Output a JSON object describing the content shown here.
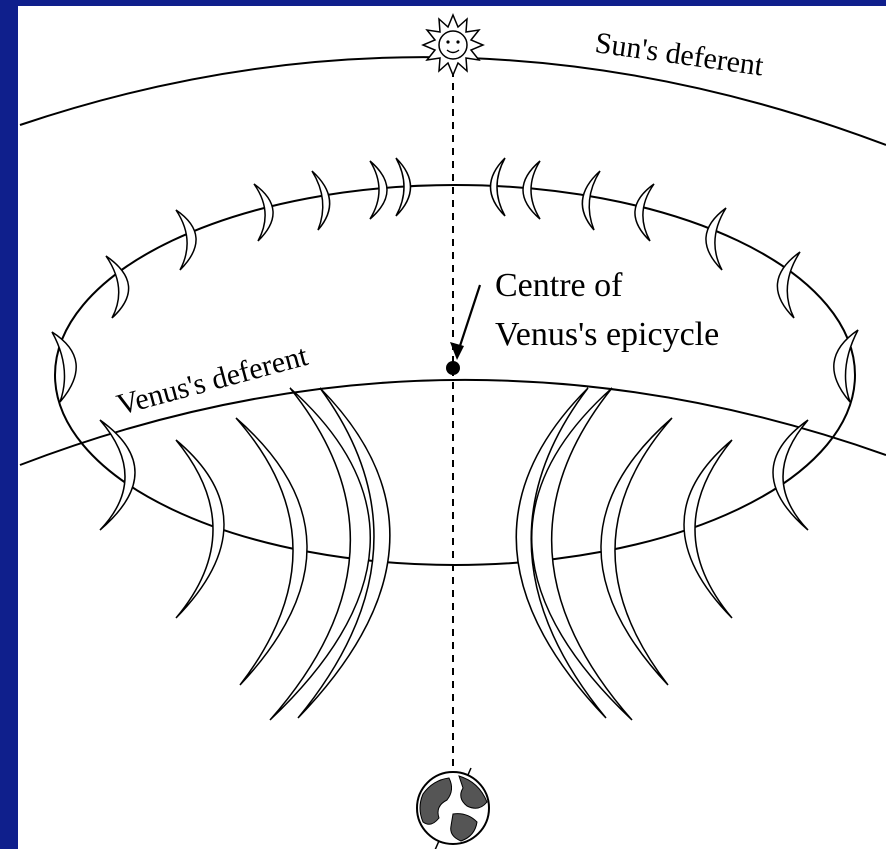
{
  "labels": {
    "sun_deferent": "Sun's deferent",
    "venus_deferent": "Venus's deferent",
    "epicycle_centre_line1": "Centre of",
    "epicycle_centre_line2": "Venus's epicycle"
  },
  "icons": {
    "sun": "sun-face-icon",
    "earth": "earth-globe-icon"
  },
  "colors": {
    "background": "#0f1f8c",
    "panel": "#ffffff",
    "ink": "#000000"
  }
}
